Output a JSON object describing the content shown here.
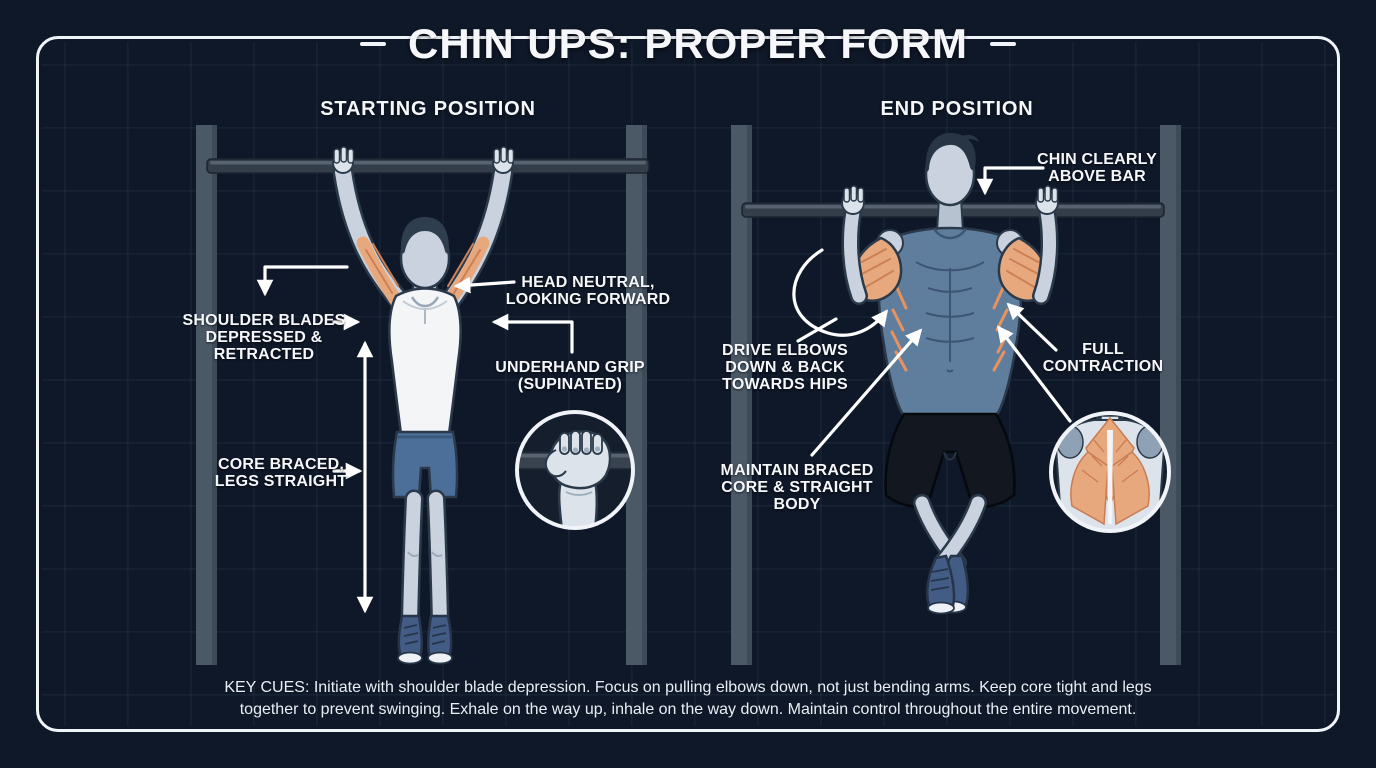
{
  "title": {
    "text": "CHIN UPS: PROPER FORM"
  },
  "panels": {
    "starting": {
      "heading": "STARTING POSITION"
    },
    "end": {
      "heading": "END POSITION"
    }
  },
  "annotations": {
    "shoulder_blades": {
      "lines": [
        "SHOULDER BLADES",
        "DEPRESSED &",
        "RETRACTED"
      ]
    },
    "core_braced": {
      "lines": [
        "CORE BRACED,",
        "LEGS STRAIGHT"
      ]
    },
    "head_neutral": {
      "lines": [
        "HEAD NEUTRAL,",
        "LOOKING FORWARD"
      ]
    },
    "underhand_grip": {
      "lines": [
        "UNDERHAND GRIP",
        "(SUPINATED)"
      ]
    },
    "chin_above": {
      "lines": [
        "CHIN CLEARLY",
        "ABOVE BAR"
      ]
    },
    "drive_elbows": {
      "lines": [
        "DRIVE ELBOWS",
        "DOWN & BACK",
        "TOWARDS HIPS"
      ]
    },
    "full_contraction": {
      "lines": [
        "FULL",
        "CONTRACTION"
      ]
    },
    "maintain_core": {
      "lines": [
        "MAINTAIN BRACED",
        "CORE & STRAIGHT",
        "BODY"
      ]
    }
  },
  "insets": {
    "grip": {
      "icon": "supinated-grip-icon"
    },
    "back": {
      "icon": "back-muscles-icon"
    }
  },
  "footer": {
    "lines": [
      "KEY CUES: Initiate with shoulder blade depression. Focus on pulling elbows down, not just bending arms. Keep core tight and legs",
      "together to prevent swinging. Exhale on the way up, inhale on the way down. Maintain control throughout the entire movement."
    ]
  },
  "colors": {
    "background": "#0f1828",
    "frame_border": "#f0f4f8",
    "text": "#f5f7fa",
    "post": "#4b5967",
    "bar": "#343e4a",
    "skin": "#c9d2de",
    "muscle_highlight": "#e8a87e",
    "tank_start": "#f3f5f7",
    "shorts_start": "#4c6f99",
    "tank_end": "#5f7e9e",
    "shorts_end": "#13171f",
    "shoes": "#435c86"
  }
}
